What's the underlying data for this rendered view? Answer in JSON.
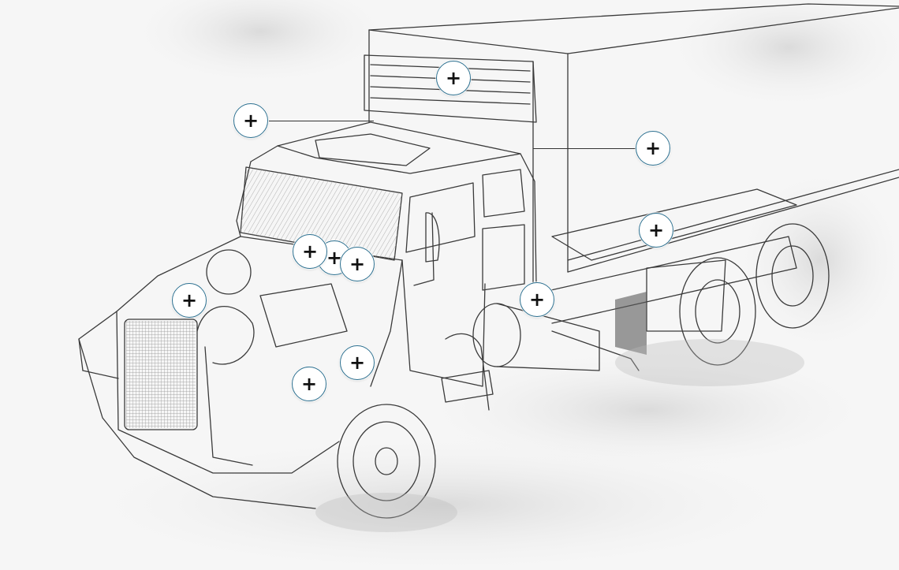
{
  "scene": {
    "description_icon": "truck-line-drawing",
    "accent_color": "#2b6f8f",
    "background_color": "#f6f6f6"
  },
  "hotspots": [
    {
      "id": "refrigeration-unit",
      "icon": "plus-icon",
      "label": "+"
    },
    {
      "id": "cab-roof",
      "icon": "plus-icon",
      "label": "+"
    },
    {
      "id": "box-body",
      "icon": "plus-icon",
      "label": "+"
    },
    {
      "id": "chassis-rear",
      "icon": "plus-icon",
      "label": "+"
    },
    {
      "id": "engine-top-1",
      "icon": "plus-icon",
      "label": "+"
    },
    {
      "id": "engine-top-2",
      "icon": "plus-icon",
      "label": "+"
    },
    {
      "id": "engine-top-3",
      "icon": "plus-icon",
      "label": "+"
    },
    {
      "id": "turbo",
      "icon": "plus-icon",
      "label": "+"
    },
    {
      "id": "fuel-tank",
      "icon": "plus-icon",
      "label": "+"
    },
    {
      "id": "engine-block-right",
      "icon": "plus-icon",
      "label": "+"
    },
    {
      "id": "engine-block-lower",
      "icon": "plus-icon",
      "label": "+"
    }
  ]
}
